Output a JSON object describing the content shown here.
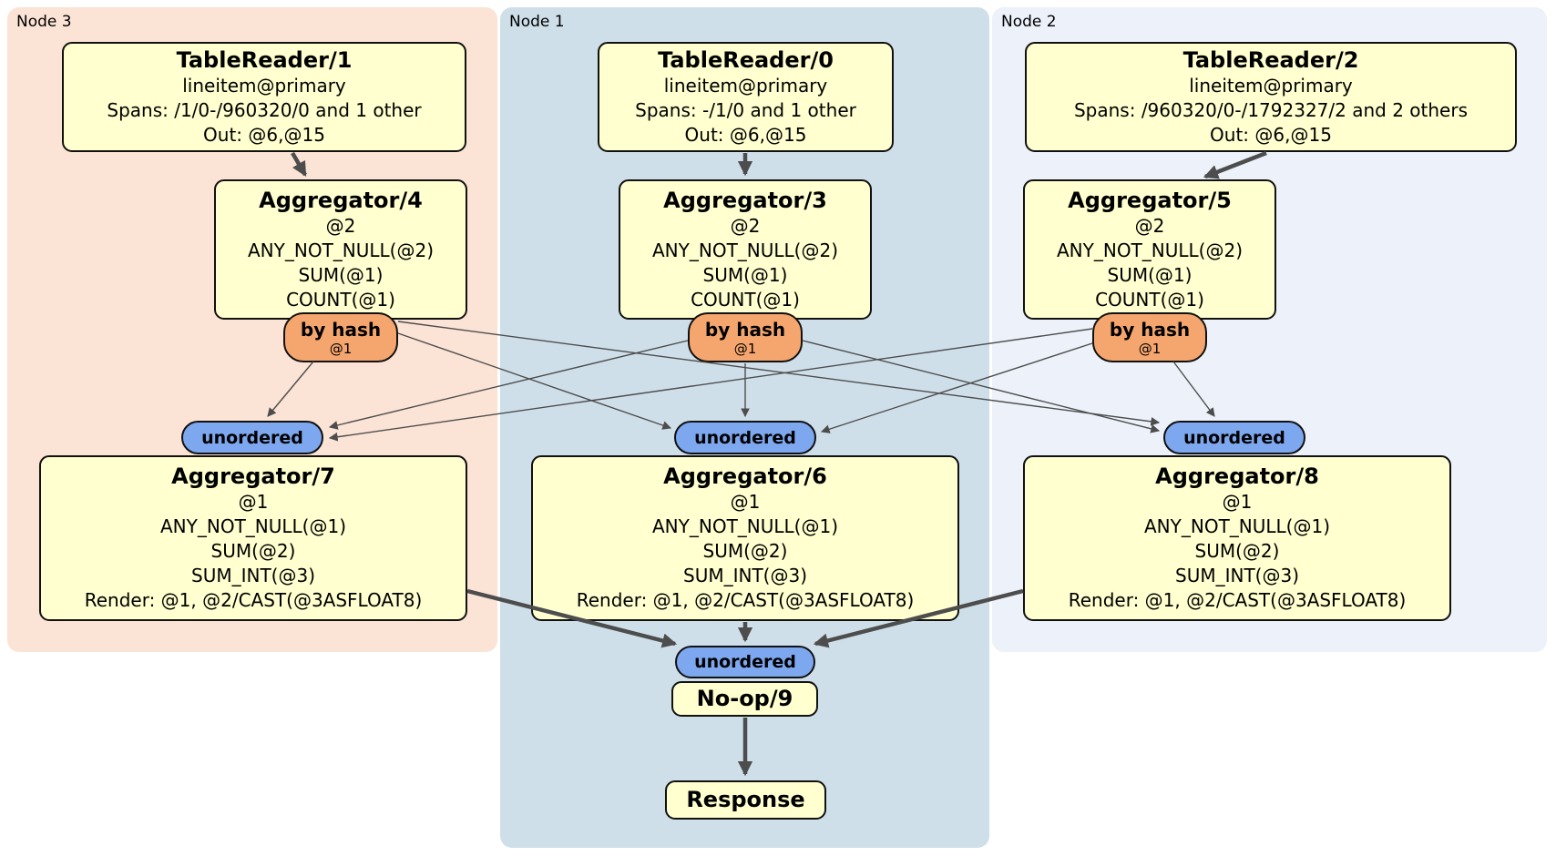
{
  "colors": {
    "node3_bg": "#fbe3d5",
    "node1_bg": "#cfdfe9",
    "node2_bg": "#ecf1fa",
    "processor_fill": "#ffffcf",
    "router_fill": "#f5a66e",
    "sync_fill": "#7da7ef",
    "border": "#111111",
    "edge": "#4d4d4d"
  },
  "regions": {
    "node3": {
      "label": "Node 3"
    },
    "node1": {
      "label": "Node 1"
    },
    "node2": {
      "label": "Node 2"
    }
  },
  "processors": {
    "tablereader1": {
      "title": "TableReader/1",
      "lines": [
        "lineitem@primary",
        "Spans: /1/0-/960320/0 and 1 other",
        "Out: @6,@15"
      ]
    },
    "tablereader0": {
      "title": "TableReader/0",
      "lines": [
        "lineitem@primary",
        "Spans: -/1/0 and 1 other",
        "Out: @6,@15"
      ]
    },
    "tablereader2": {
      "title": "TableReader/2",
      "lines": [
        "lineitem@primary",
        "Spans: /960320/0-/1792327/2 and 2 others",
        "Out: @6,@15"
      ]
    },
    "aggregator4": {
      "title": "Aggregator/4",
      "lines": [
        "@2",
        "ANY_NOT_NULL(@2)",
        "SUM(@1)",
        "COUNT(@1)"
      ]
    },
    "aggregator3": {
      "title": "Aggregator/3",
      "lines": [
        "@2",
        "ANY_NOT_NULL(@2)",
        "SUM(@1)",
        "COUNT(@1)"
      ]
    },
    "aggregator5": {
      "title": "Aggregator/5",
      "lines": [
        "@2",
        "ANY_NOT_NULL(@2)",
        "SUM(@1)",
        "COUNT(@1)"
      ]
    },
    "aggregator7": {
      "title": "Aggregator/7",
      "lines": [
        "@1",
        "ANY_NOT_NULL(@1)",
        "SUM(@2)",
        "SUM_INT(@3)",
        "Render: @1, @2/CAST(@3ASFLOAT8)"
      ]
    },
    "aggregator6": {
      "title": "Aggregator/6",
      "lines": [
        "@1",
        "ANY_NOT_NULL(@1)",
        "SUM(@2)",
        "SUM_INT(@3)",
        "Render: @1, @2/CAST(@3ASFLOAT8)"
      ]
    },
    "aggregator8": {
      "title": "Aggregator/8",
      "lines": [
        "@1",
        "ANY_NOT_NULL(@1)",
        "SUM(@2)",
        "SUM_INT(@3)",
        "Render: @1, @2/CAST(@3ASFLOAT8)"
      ]
    },
    "noop9": {
      "title": "No-op/9"
    },
    "response": {
      "title": "Response"
    }
  },
  "router": {
    "label": "by hash",
    "detail": "@1"
  },
  "sync": {
    "label": "unordered"
  }
}
